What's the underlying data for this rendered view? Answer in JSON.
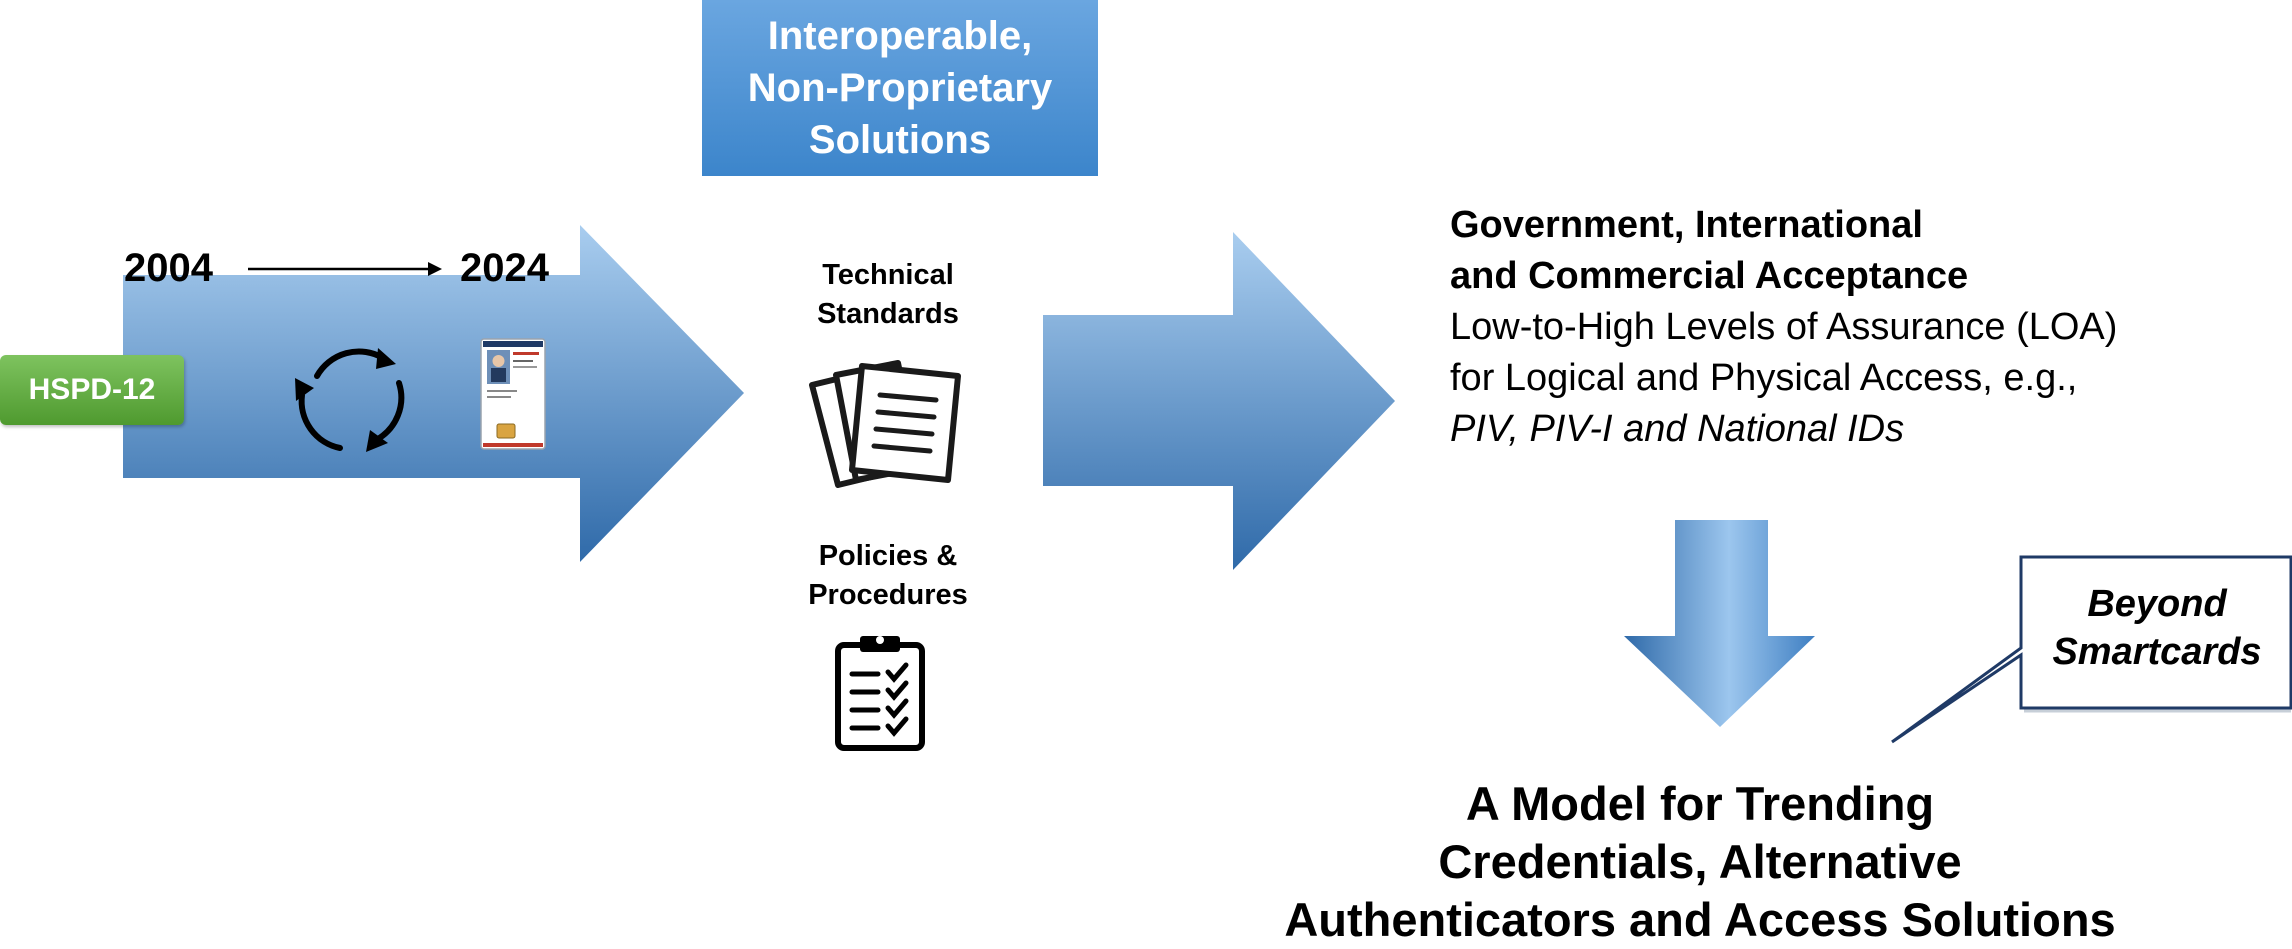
{
  "badge": {
    "label": "HSPD-12"
  },
  "timeline": {
    "start": "2004",
    "end": "2024"
  },
  "interop_box": {
    "text": "Interoperable,\nNon-Proprietary\nSolutions"
  },
  "technical_standards": {
    "label": "Technical\nStandards"
  },
  "policies": {
    "label": "Policies &\nProcedures"
  },
  "acceptance": {
    "title_line1": "Government, International",
    "title_line2": "and Commercial Acceptance",
    "body_line1": "Low-to-High Levels of Assurance (LOA)",
    "body_line2": "for Logical and Physical Access, e.g.,",
    "body_line3": "PIV, PIV-I and National IDs"
  },
  "model_title": {
    "text": "A Model for Trending\nCredentials, Alternative\nAuthenticators and Access Solutions"
  },
  "callout": {
    "text": "Beyond\nSmartcards"
  },
  "colors": {
    "arrow_light": "#a9cdef",
    "arrow_dark": "#2f6aa9",
    "badge_green": "#5aa83a",
    "box_blue": "#4a8fd4"
  }
}
